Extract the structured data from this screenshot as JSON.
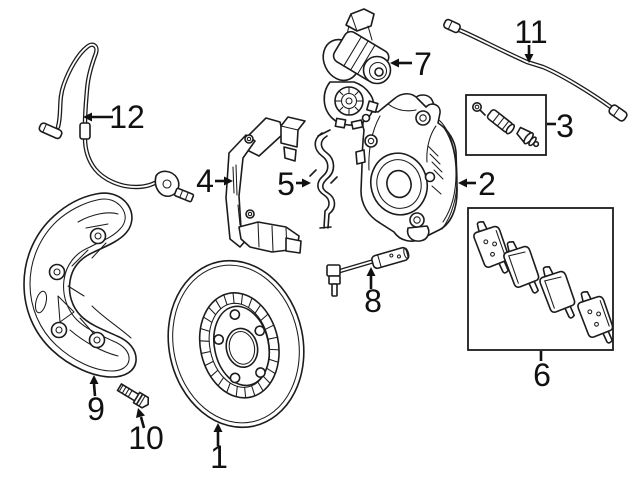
{
  "figure": {
    "kind": "exploded-parts-diagram",
    "background_color": "#ffffff",
    "line_color": "#1c1c1c",
    "label_color": "#111111"
  },
  "callouts": {
    "c1": {
      "num": "1",
      "part": "brake-rotor"
    },
    "c2": {
      "num": "2",
      "part": "brake-caliper"
    },
    "c3": {
      "num": "3",
      "part": "caliper-guide-pin-kit"
    },
    "c4": {
      "num": "4",
      "part": "caliper-mounting-bracket"
    },
    "c5": {
      "num": "5",
      "part": "pad-retaining-spring"
    },
    "c6": {
      "num": "6",
      "part": "brake-pad-set"
    },
    "c7": {
      "num": "7",
      "part": "parking-brake-actuator-motor"
    },
    "c8": {
      "num": "8",
      "part": "brake-pad-wear-sensor"
    },
    "c9": {
      "num": "9",
      "part": "brake-dust-shield"
    },
    "c10": {
      "num": "10",
      "part": "shield-mounting-bolt"
    },
    "c11": {
      "num": "11",
      "part": "brake-hydraulic-hose"
    },
    "c12": {
      "num": "12",
      "part": "abs-wheel-speed-sensor"
    }
  }
}
